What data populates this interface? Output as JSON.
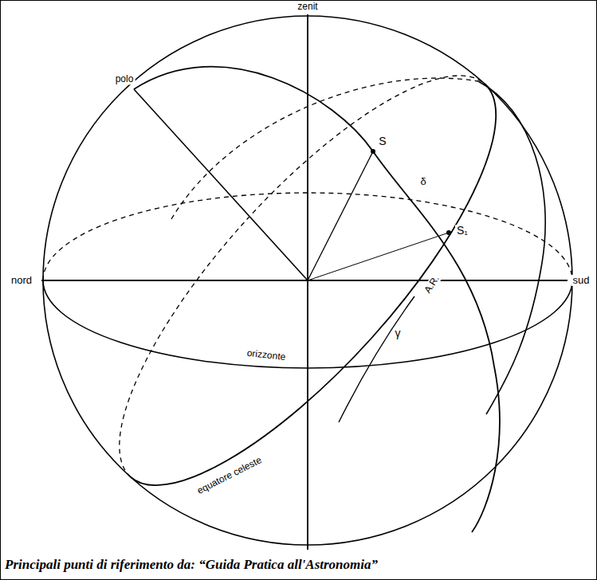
{
  "diagram": {
    "caption": "Principali punti di riferimento  da: “Guida Pratica all'Astronomia”",
    "labels": [
      "zenit",
      "polo",
      "S",
      "δ",
      "S₁",
      "nord",
      "sud",
      "A.R.",
      "γ",
      "orizzonte",
      "equatore celeste"
    ]
  }
}
